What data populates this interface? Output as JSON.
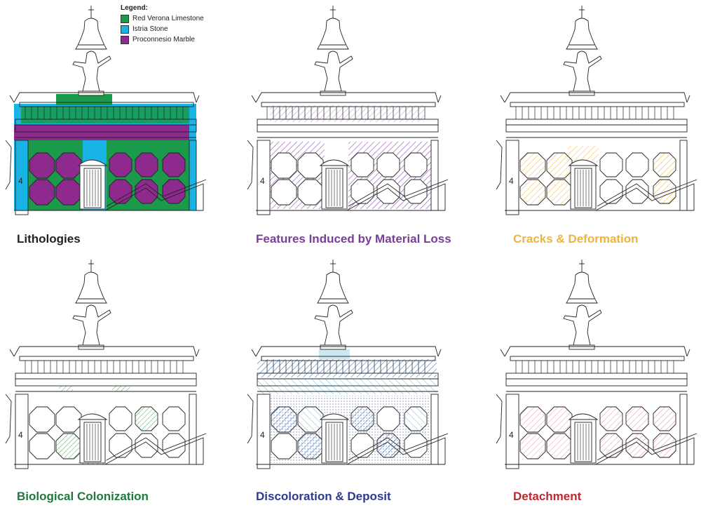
{
  "legend": {
    "title": "Legend:",
    "items": [
      {
        "label": "Red Verona Limestone",
        "color": "#1a9a4a"
      },
      {
        "label": "Istria Stone",
        "color": "#1ab3e6"
      },
      {
        "label": "Proconnesio Marble",
        "color": "#8e2a8e"
      }
    ]
  },
  "panels": [
    {
      "caption": "Lithologies",
      "color": "#222222"
    },
    {
      "caption": "Features Induced by Material Loss",
      "color": "#7a3d9a"
    },
    {
      "caption": "Cracks & Deformation",
      "color": "#f0b33c"
    },
    {
      "caption": "Biological Colonization",
      "color": "#1e7a3a"
    },
    {
      "caption": "Discoloration & Deposit",
      "color": "#2e3a8f"
    },
    {
      "caption": "Detachment",
      "color": "#c0262d"
    }
  ]
}
